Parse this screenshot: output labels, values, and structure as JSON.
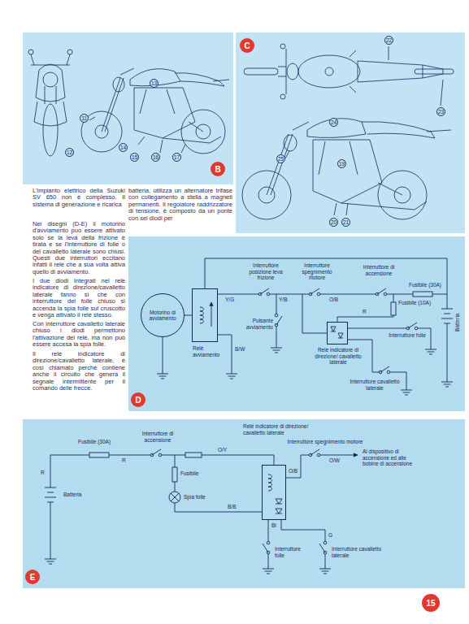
{
  "diagram": {
    "nodes": [
      {
        "text": [
          "B"
        ]
      },
      {
        "text": [
          "C"
        ]
      },
      {
        "text": [
          "Motorino di avviamento"
        ]
      },
      {
        "text": [
          "Relè avviamento"
        ]
      },
      {
        "text": [
          "Relè indicatore di direzione/ cavalletto laterale"
        ]
      },
      {
        "text": [
          "D"
        ]
      },
      {
        "text": [
          "Relè indicatore di direzione/ cavalletto laterale"
        ]
      },
      {
        "text": [
          "E"
        ]
      },
      {
        "text": [
          "15"
        ]
      }
    ],
    "edges": [
      {
        "from": 2,
        "to": 3,
        "arrow": "none"
      }
    ],
    "labels": [
      "L'impianto elettrico della Suzuki SV 650 non è complesso. Il sistema di generazione e ricarica",
      "batteria, utilizza un alternatore trifase con collegamento a stella a magneti permanenti. Il regolatore raddrizzatore di tensione, è composto da un ponte con sei diodi per",
      "Nei disegni (D-E) il motorino d'avviamento può essere attivato solo se la leva della frizione è tirata e se l'interruttore di folle o del cavalletto laterale sono chiusi. Questi due interruttori eccitano infatti il relè che a sua volta attiva quello di avviamento.",
      "I due diodi integrati nel relè indicatore di direzione/cavalletto laterale fanno sì che con interruttore del folle chiuso si accenda la spia folle sul cruscotto e venga attivato il relè stesso.",
      "Con interruttore cavalletto laterale chiuso i diodi permettono l'attivazione del relè, ma non può essere accesa la spia folle.",
      "Il relè indicatore di direzione/cavalletto laterale, è così chiamato perché contiene anche il circuito che genera il segnale intermittente per il comando delle frecce.",
      "13",
      "11",
      "12",
      "14",
      "15",
      "16",
      "17",
      "22",
      "23",
      "24",
      "25",
      "19",
      "20",
      "21",
      "Interruttore posizione leva frizione",
      "Interruttore spegnimento motore",
      "Interruttore di accensione",
      "Fusibile (30A)",
      "Fusibile (10A)",
      "Interruttore folle",
      "Batteria",
      "Pulsante avviamento",
      "Interruttore cavalletto laterale",
      "Y/G",
      "Y/B",
      "O/B",
      "B/W",
      "R",
      "Fusibile (30A)",
      "Interruttore di accensione",
      "R",
      "R",
      "O/Y",
      "Fusibile",
      "Spia folle",
      "B/B",
      "Batteria",
      "Interruttore spegnimento motore",
      "O/B",
      "O/W",
      "Al dispositivo di accensione ed alle bobine di accensione",
      "Bl",
      "G",
      "Interruttore folle",
      "Interruttore cavalletto laterale"
    ]
  }
}
